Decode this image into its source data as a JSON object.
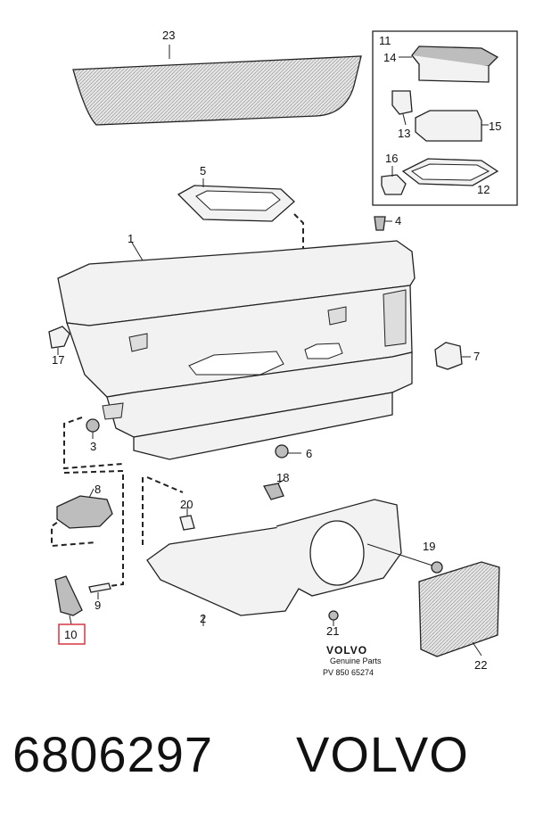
{
  "callouts": [
    {
      "id": "1",
      "text": "1"
    },
    {
      "id": "2",
      "text": "2"
    },
    {
      "id": "3",
      "text": "3"
    },
    {
      "id": "4",
      "text": "4"
    },
    {
      "id": "5",
      "text": "5"
    },
    {
      "id": "6",
      "text": "6"
    },
    {
      "id": "7",
      "text": "7"
    },
    {
      "id": "8",
      "text": "8"
    },
    {
      "id": "9",
      "text": "9"
    },
    {
      "id": "10",
      "text": "10",
      "highlighted": true
    },
    {
      "id": "11",
      "text": "11"
    },
    {
      "id": "12",
      "text": "12"
    },
    {
      "id": "13",
      "text": "13"
    },
    {
      "id": "14",
      "text": "14"
    },
    {
      "id": "15",
      "text": "15"
    },
    {
      "id": "16",
      "text": "16"
    },
    {
      "id": "17",
      "text": "17"
    },
    {
      "id": "18",
      "text": "18"
    },
    {
      "id": "19",
      "text": "19"
    },
    {
      "id": "20",
      "text": "20"
    },
    {
      "id": "21",
      "text": "21"
    },
    {
      "id": "22",
      "text": "22"
    },
    {
      "id": "23",
      "text": "23"
    }
  ],
  "watermark": {
    "brand": "VOLVO",
    "line2": "Genuine Parts",
    "code": "PV  850 65274"
  },
  "footer": {
    "part_number": "6806297",
    "brand": "VOLVO"
  },
  "colors": {
    "highlight": "#d9434e",
    "line": "#222222"
  }
}
